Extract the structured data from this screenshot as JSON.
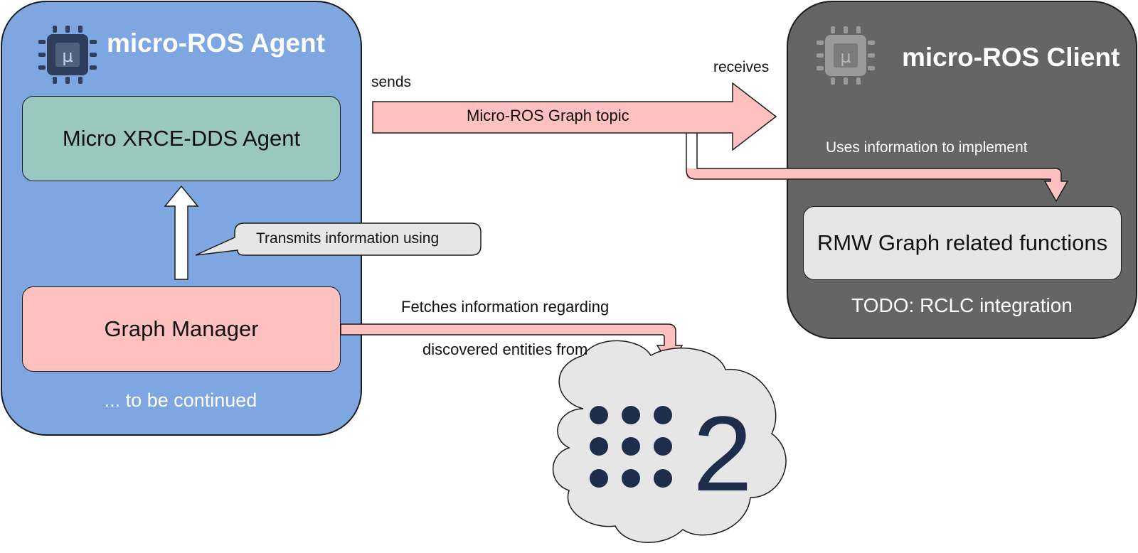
{
  "agent": {
    "title": "micro-ROS Agent",
    "xrce_box_label": "Micro XRCE-DDS Agent",
    "graph_manager_label": "Graph Manager",
    "footer": "... to be continued"
  },
  "client": {
    "title": "micro-ROS Client",
    "rmw_box_label": "RMW Graph related functions",
    "footer": "TODO: RCLC integration"
  },
  "edges": {
    "sends": "sends",
    "receives": "receives",
    "topic": "Micro-ROS Graph topic",
    "uses": "Uses information to implement",
    "transmits": "Transmits information using",
    "fetches": "Fetches information regarding",
    "discovered": "discovered entities from"
  },
  "logos": {
    "chip_glyph": "µ",
    "ros2_digit": "2"
  },
  "icons": {
    "agent_logo": "microchip-icon",
    "client_logo": "microchip-icon",
    "ros2_cloud": "ros2-cloud-icon"
  },
  "colors": {
    "agent_bg": "#7ea6e0",
    "client_bg": "#656565",
    "xrce_box": "#9ac7bf",
    "graph_manager_box": "#ffc0c0",
    "rmw_box": "#e6e6e6",
    "arrow_pink": "#ffc0c0",
    "ros2_navy": "#1f2d4d"
  }
}
